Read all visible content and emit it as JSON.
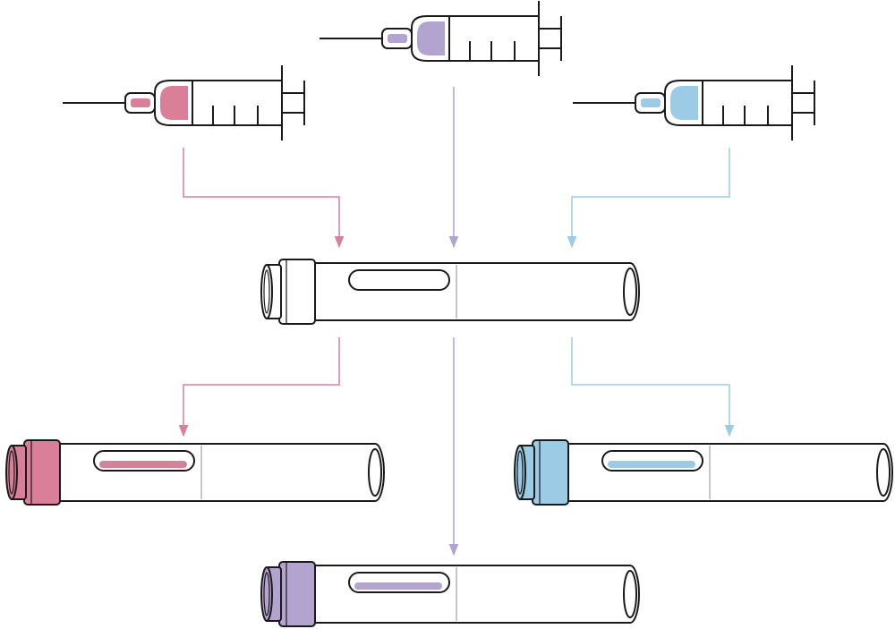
{
  "colors": {
    "pink": "#d97f9a",
    "purple": "#b2a3cf",
    "blue": "#9ccbe6",
    "outline": "#1a1a1a",
    "seam": "#b3b3b3"
  },
  "syringes": [
    {
      "color": "pink"
    },
    {
      "color": "purple"
    },
    {
      "color": "blue"
    }
  ],
  "pens": [
    {
      "color": "none"
    },
    {
      "color": "pink"
    },
    {
      "color": "blue"
    },
    {
      "color": "purple"
    }
  ],
  "arrows": [
    {
      "color": "pink"
    },
    {
      "color": "purple"
    },
    {
      "color": "blue"
    },
    {
      "color": "pink"
    },
    {
      "color": "purple"
    },
    {
      "color": "blue"
    }
  ]
}
